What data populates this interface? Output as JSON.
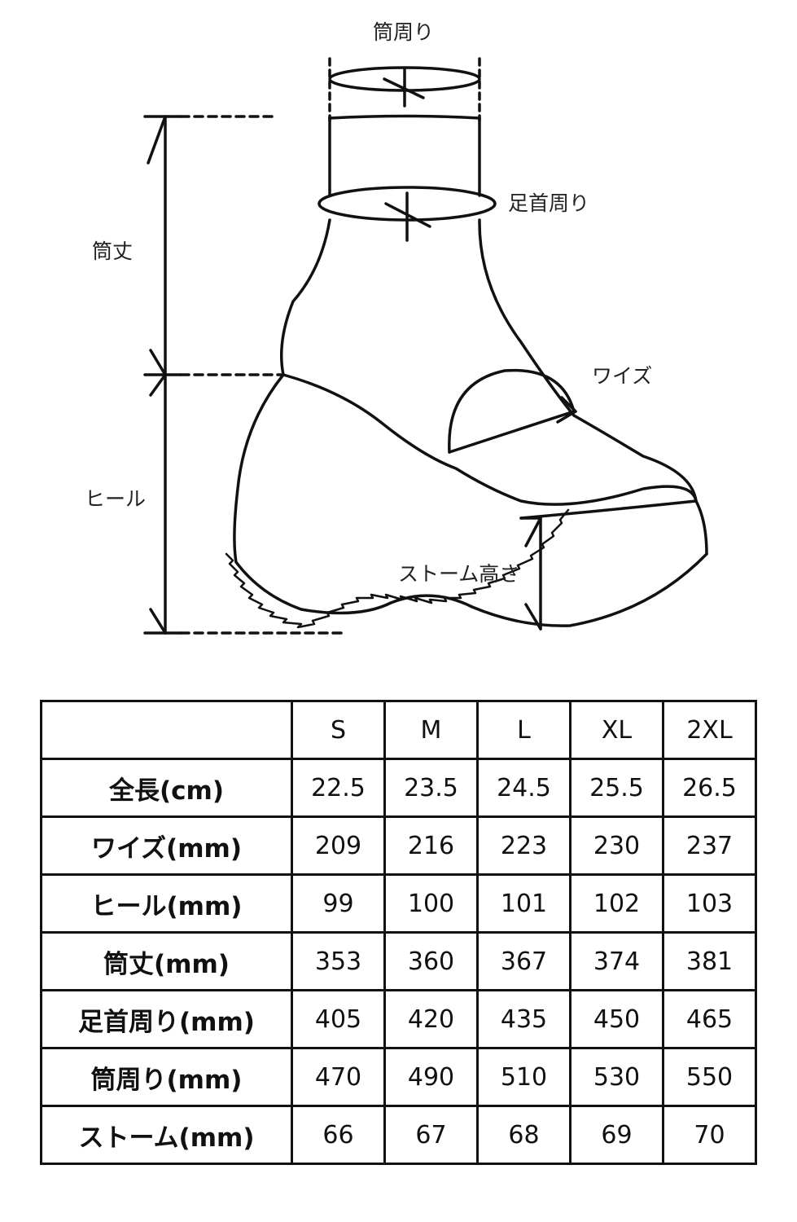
{
  "diagram": {
    "labels": {
      "top_circumference": "筒周り",
      "ankle_circumference": "足首周り",
      "shaft_height": "筒丈",
      "width": "ワイズ",
      "heel": "ヒール",
      "platform_height": "ストーム高さ"
    }
  },
  "size_table": {
    "corner": "",
    "columns": [
      "S",
      "M",
      "L",
      "XL",
      "2XL"
    ],
    "rows": [
      {
        "label": "全長(cm)",
        "values": [
          "22.5",
          "23.5",
          "24.5",
          "25.5",
          "26.5"
        ]
      },
      {
        "label": "ワイズ(mm)",
        "values": [
          "209",
          "216",
          "223",
          "230",
          "237"
        ]
      },
      {
        "label": "ヒール(mm)",
        "values": [
          "99",
          "100",
          "101",
          "102",
          "103"
        ]
      },
      {
        "label": "筒丈(mm)",
        "values": [
          "353",
          "360",
          "367",
          "374",
          "381"
        ]
      },
      {
        "label": "足首周り(mm)",
        "values": [
          "405",
          "420",
          "435",
          "450",
          "465"
        ]
      },
      {
        "label": "筒周り(mm)",
        "values": [
          "470",
          "490",
          "510",
          "530",
          "550"
        ]
      },
      {
        "label": "ストーム(mm)",
        "values": [
          "66",
          "67",
          "68",
          "69",
          "70"
        ]
      }
    ]
  }
}
